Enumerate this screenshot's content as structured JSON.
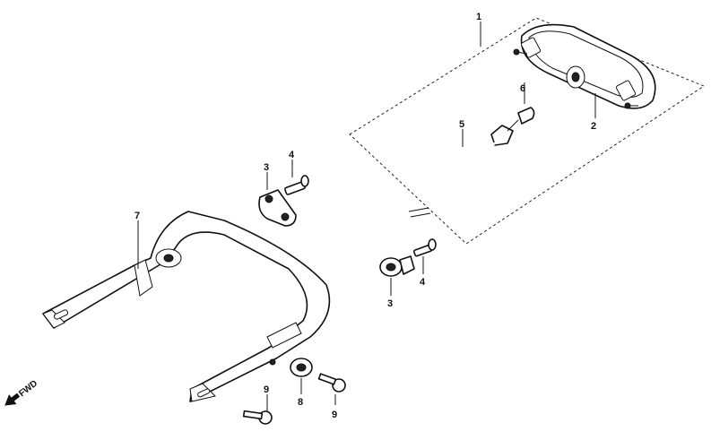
{
  "callouts": {
    "c1": "1",
    "c2": "2",
    "c3a": "3",
    "c3b": "3",
    "c4a": "4",
    "c4b": "4",
    "c5": "5",
    "c6": "6",
    "c7": "7",
    "c8": "8",
    "c9a": "9",
    "c9b": "9"
  },
  "fwd_label": "FWD"
}
